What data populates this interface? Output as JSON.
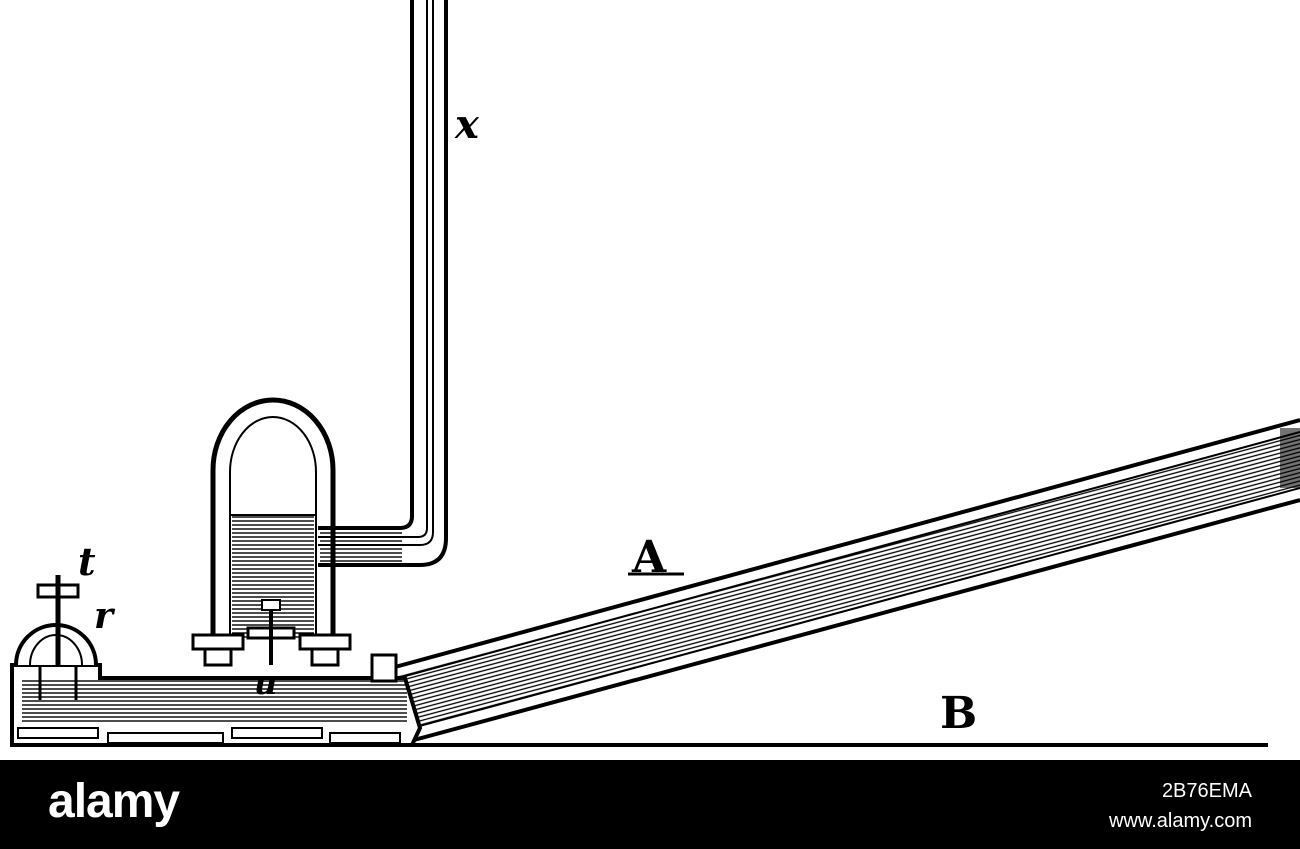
{
  "diagram": {
    "labels": {
      "x": "x",
      "A": "A",
      "B": "B",
      "t": "t",
      "r": "r",
      "u": "u"
    }
  },
  "watermark": {
    "logo": "alamy",
    "image_id": "2B76EMA",
    "url": "www.alamy.com"
  },
  "colors": {
    "ink": "#000000",
    "paper": "#ffffff",
    "footer": "#000000"
  }
}
